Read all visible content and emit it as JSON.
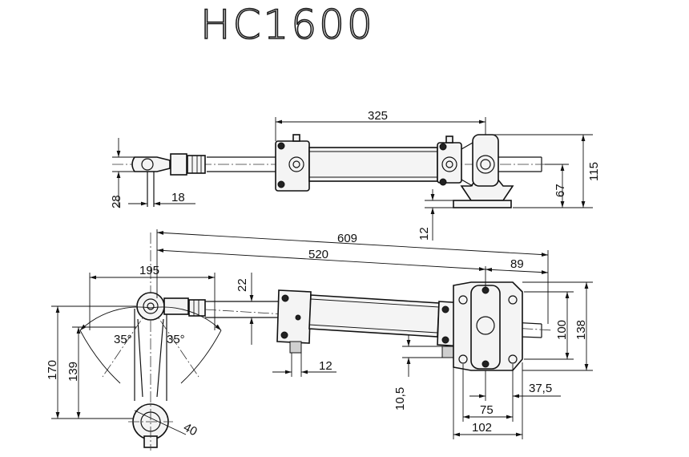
{
  "title": "HC1600",
  "dimensions": {
    "d325": "325",
    "d115": "115",
    "d67": "67",
    "d28": "28",
    "d18_top": "18",
    "d12_top": "12",
    "d609": "609",
    "d520": "520",
    "d89": "89",
    "d195": "195",
    "d22": "22",
    "d35_left": "35°",
    "d35_right": "35°",
    "d170": "170",
    "d139": "139",
    "d12_bottom": "12",
    "d10_5": "10,5",
    "d100": "100",
    "d138": "138",
    "d37_5": "37,5",
    "d75": "75",
    "d102": "102",
    "d40": "40"
  }
}
